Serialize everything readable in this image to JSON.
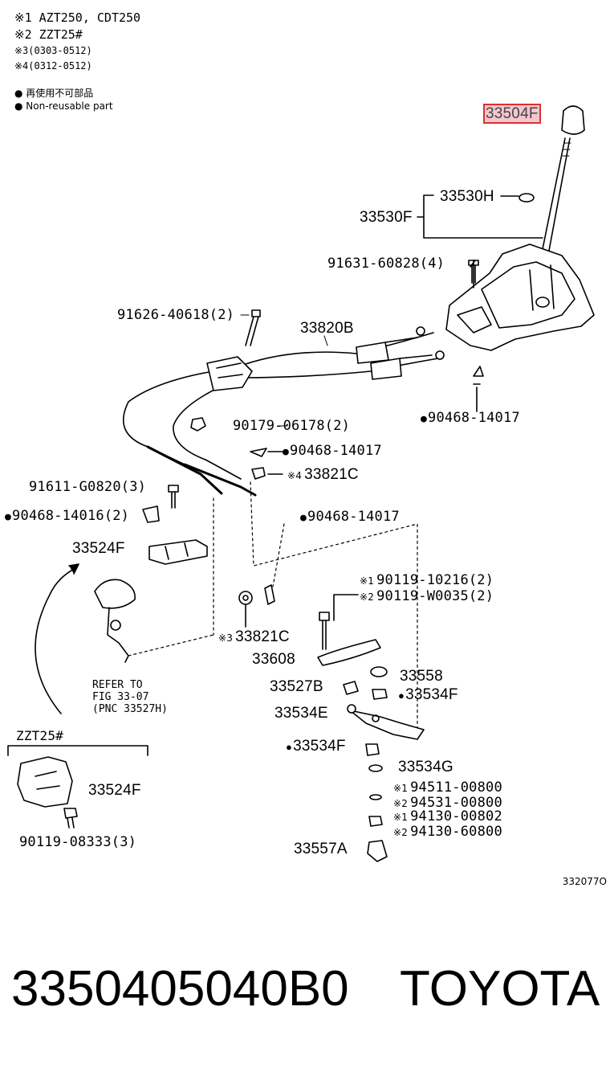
{
  "notes": [
    {
      "mark": "※1",
      "text": "AZT250, CDT250"
    },
    {
      "mark": "※2",
      "text": "ZZT25#"
    },
    {
      "mark": "※3",
      "text": "(0303-0512)"
    },
    {
      "mark": "※4",
      "text": "(0312-0512)"
    }
  ],
  "legend": {
    "line1": "● 再使用不可部品",
    "line2": "● Non-reusable part"
  },
  "highlight_part": "33504F",
  "labels": {
    "p33530H": "33530H",
    "p33530F": "33530F",
    "p91631": "91631-60828(4)",
    "p91626": "91626-40618(2)",
    "p33820B": "33820B",
    "p90468_14017a": "90468-14017",
    "p90179": "90179-06178(2)",
    "p90468_14017b": "90468-14017",
    "p33821C_a_mark": "※4",
    "p33821C_a": "33821C",
    "p91611": "91611-G0820(3)",
    "p90468_14016": "90468-14016(2)",
    "p90468_14017c": "90468-14017",
    "p33524F_a": "33524F",
    "p90119_10216_mark": "※1",
    "p90119_10216": "90119-10216(2)",
    "p90119_W0035_mark": "※2",
    "p90119_W0035": "90119-W0035(2)",
    "p33821C_b_mark": "※3",
    "p33821C_b": "33821C",
    "p33608": "33608",
    "p33558": "33558",
    "p33527B": "33527B",
    "p33534F_a": "33534F",
    "p33534E": "33534E",
    "p33534F_b": "33534F",
    "p33534G": "33534G",
    "p94511_mark": "※1",
    "p94511": "94511-00800",
    "p94531_mark": "※2",
    "p94531": "94531-00800",
    "p94130_00802_mark": "※1",
    "p94130_00802": "94130-00802",
    "p94130_60800_mark": "※2",
    "p94130_60800": "94130-60800",
    "p33557A": "33557A",
    "zzt25": "ZZT25#",
    "p33524F_b": "33524F",
    "p90119_08333": "90119-08333(3)"
  },
  "refer": {
    "line1": "REFER TO",
    "line2": "FIG 33-07",
    "line3": "(PNC 33527H)"
  },
  "diagram_code": "332077O",
  "footer": {
    "part_number": "3350405040B0",
    "brand": "TOYOTA"
  }
}
